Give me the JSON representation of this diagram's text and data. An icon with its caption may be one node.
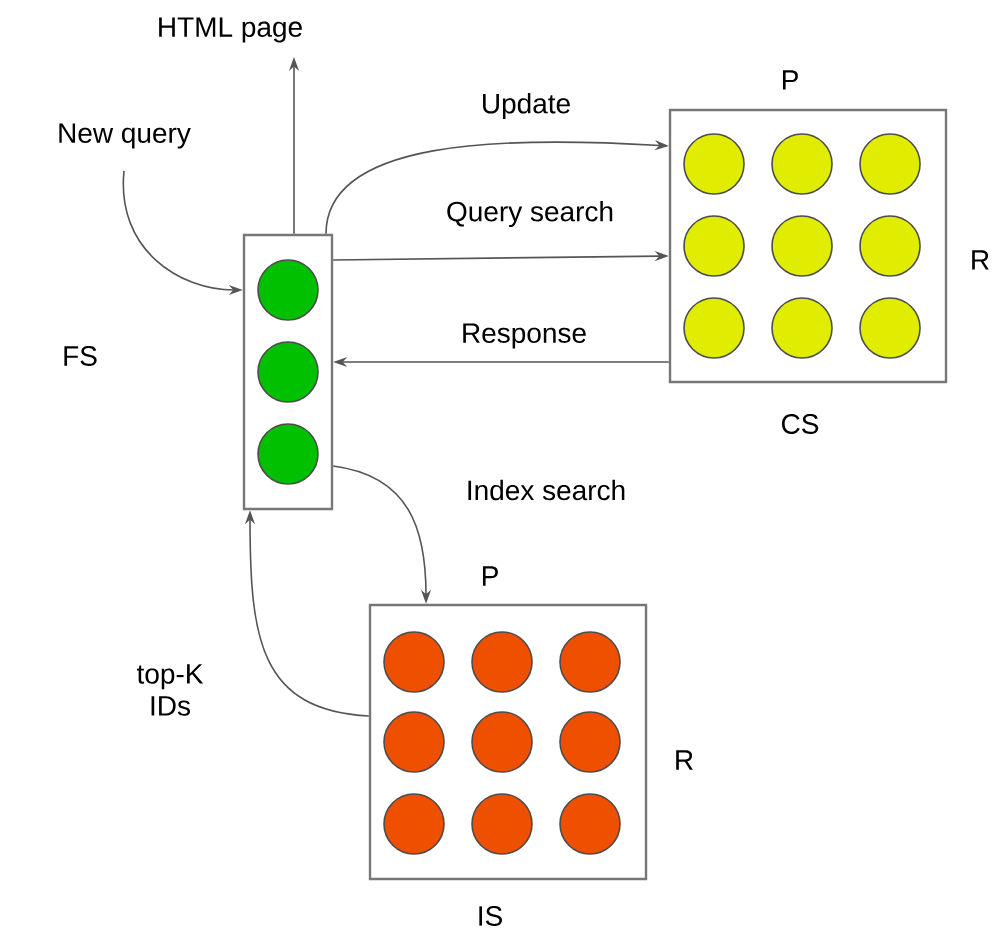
{
  "diagram": {
    "nodes": [
      {
        "text": [
          "HTML page"
        ]
      },
      {
        "text": [
          "New query"
        ]
      },
      {
        "text": [
          "CS"
        ],
        "beside": [
          "P",
          "R"
        ]
      },
      {
        "text": [],
        "shape": "box"
      },
      {
        "text": [
          "IS"
        ],
        "beside": [
          "P",
          "R"
        ]
      }
    ],
    "edges": [
      {
        "from": 1,
        "to": 3,
        "arrow": "to"
      },
      {
        "from": 3,
        "to": 0,
        "arrow": "to"
      },
      {
        "from": 3,
        "to": 2,
        "arrow": "to",
        "label": "Update"
      },
      {
        "from": 3,
        "to": 2,
        "arrow": "to",
        "label": "Query search"
      },
      {
        "from": 2,
        "to": 3,
        "arrow": "to",
        "label": "Response"
      },
      {
        "from": 3,
        "to": 4,
        "arrow": "to",
        "label": "Index search"
      },
      {
        "from": 4,
        "to": 3,
        "arrow": "to",
        "label": "top-K IDs"
      }
    ],
    "labels": [
      "FS"
    ]
  }
}
